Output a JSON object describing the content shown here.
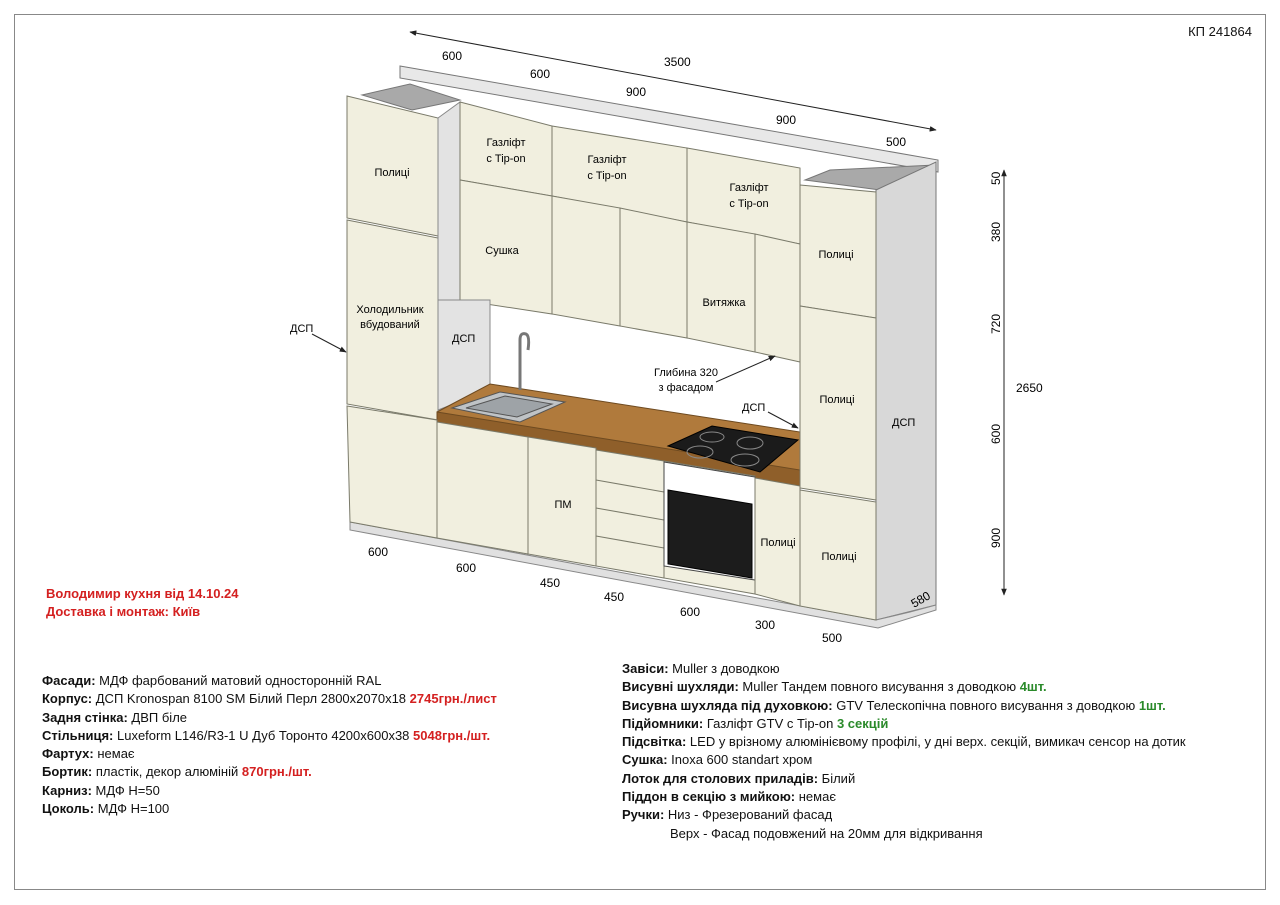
{
  "doc_code": "КП 241864",
  "order": {
    "line1": "Володимир кухня від 14.10.24",
    "line2": "Доставка і монтаж: Київ"
  },
  "dimensions": {
    "top": [
      "600",
      "600",
      "900",
      "900",
      "500"
    ],
    "total_width": "3500",
    "bottom": [
      "600",
      "600",
      "450",
      "450",
      "600",
      "300",
      "500"
    ],
    "depth": "580",
    "vertical": [
      "50",
      "380",
      "720",
      "600",
      "900"
    ],
    "total_height": "2650"
  },
  "labels": {
    "shelves_top_left": "Полиці",
    "fridge_1": "Холодильник",
    "fridge_2": "вбудований",
    "dsp": "ДСП",
    "gaslift": "Газліфт",
    "tipon": "с Tip-on",
    "dryer": "Сушка",
    "hood": "Витяжка",
    "shelves": "Полиці",
    "depth_note_1": "Глибина 320",
    "depth_note_2": "з фасадом",
    "dishwasher": "ПМ"
  },
  "colors": {
    "facade": "#f1efdf",
    "facade_line": "#7a7a6a",
    "countertop": "#b07a3c",
    "carcass_side": "#d8d8d8",
    "cornice_top": "#a9a9a9"
  },
  "spec_left": [
    {
      "label": "Фасади:",
      "text": " МДФ фарбований матовий односторонній RAL",
      "price": ""
    },
    {
      "label": "Корпус:",
      "text": " ДСП Kronospan 8100 SM Білий Перл 2800х2070х18 ",
      "price": "2745грн./лист"
    },
    {
      "label": "Задня стінка:",
      "text": " ДВП біле",
      "price": ""
    },
    {
      "label": "Стільниця:",
      "text": " Luxeform L146/R3-1 U Дуб Торонто 4200х600х38 ",
      "price": "5048грн./шт."
    },
    {
      "label": "Фартух:",
      "text": " немає",
      "price": ""
    },
    {
      "label": "Бортик:",
      "text": " пластік, декор алюміній ",
      "price": "870грн./шт."
    },
    {
      "label": "Карниз:",
      "text": " МДФ Н=50",
      "price": ""
    },
    {
      "label": "Цоколь:",
      "text": " МДФ Н=100",
      "price": ""
    }
  ],
  "spec_right": [
    {
      "label": "Завіси:",
      "text": " Muller з доводкою",
      "qty": ""
    },
    {
      "label": "Висувні шухляди:",
      "text": " Muller Тандем повного висування з доводкою ",
      "qty": "4шт."
    },
    {
      "label": "Висувна шухляда під духовкою:",
      "text": " GTV Телескопічна повного висування з доводкою ",
      "qty": "1шт."
    },
    {
      "label": "Підйомники:",
      "text": " Газліфт GTV с Tip-on ",
      "qty": "3 секцій"
    },
    {
      "label": "Підсвітка:",
      "text": " LED у врізному алюмінієвому профілі, у дні верх. секцій, вимикач сенсор на дотик",
      "qty": ""
    },
    {
      "label": "Сушка:",
      "text": " Inoxa 600 standart хром",
      "qty": ""
    },
    {
      "label": "Лоток для столових приладів:",
      "text": " Білий",
      "qty": ""
    },
    {
      "label": "Піддон в секцію з мийкою:",
      "text": " немає",
      "qty": ""
    },
    {
      "label": "Ручки:",
      "text": " Низ - Фрезерований фасад",
      "qty": ""
    }
  ],
  "spec_right_extra": "Верх - Фасад подовжений на 20мм для відкривання"
}
